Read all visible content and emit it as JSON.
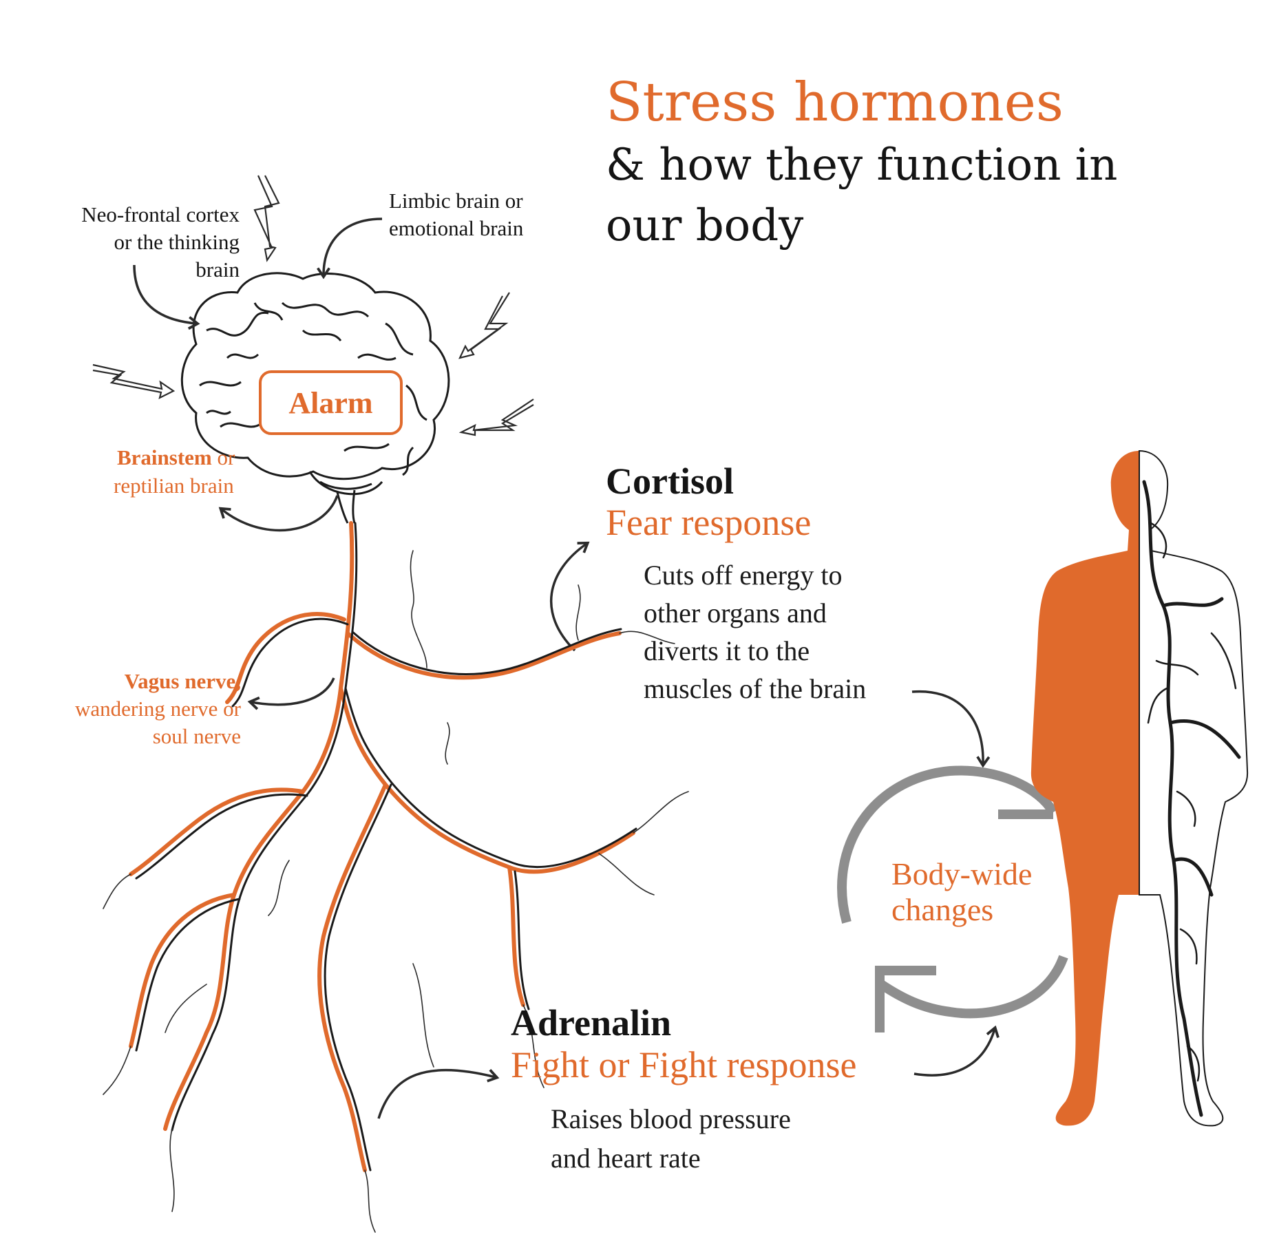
{
  "title": {
    "line1": "Stress hormones",
    "line2": "& how they function in",
    "line3": "our body"
  },
  "labels": {
    "neo_frontal": [
      "Neo-frontal cortex",
      "or the thinking",
      "brain"
    ],
    "limbic": [
      "Limbic brain or",
      "emotional brain"
    ],
    "alarm": "Alarm",
    "brainstem_bold": "Brainstem",
    "brainstem_rest": " or",
    "brainstem_line2": "reptilian brain",
    "vagus_bold": "Vagus nerve,",
    "vagus_line2": "wandering nerve or",
    "vagus_line3": "soul nerve"
  },
  "cortisol": {
    "name": "Cortisol",
    "response": "Fear response",
    "description": [
      "Cuts off energy to",
      "other organs and",
      "diverts it to the",
      "muscles of the brain"
    ]
  },
  "adrenalin": {
    "name": "Adrenalin",
    "response": "Fight or Fight response",
    "description": [
      "Raises blood pressure",
      "and heart rate"
    ]
  },
  "cycle": {
    "line1": "Body-wide",
    "line2": "changes"
  },
  "colors": {
    "accent": "#e06a2c",
    "ink": "#141414",
    "cycle_gray": "#8e8e8e",
    "arrow": "#2b2b2b"
  }
}
